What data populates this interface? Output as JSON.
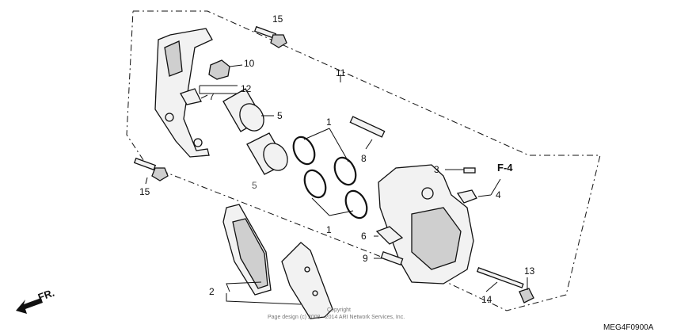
{
  "callouts": {
    "c1a": "1",
    "c1b": "1",
    "c2": "2",
    "c3": "3",
    "c4": "4",
    "c5a": "5",
    "c5b": "5",
    "c6": "6",
    "c7": "7",
    "c8": "8",
    "c9": "9",
    "c10": "10",
    "c11": "11",
    "c12": "12",
    "c13": "13",
    "c14": "14",
    "c15a": "15",
    "c15b": "15"
  },
  "ref_label": "F-4",
  "direction_label": "FR.",
  "copyright_line1": "Copyright",
  "copyright_line2": "Page design (c) 2008 - 2014 ARI Network Services, Inc.",
  "diagram_code": "MEG4F0900A"
}
